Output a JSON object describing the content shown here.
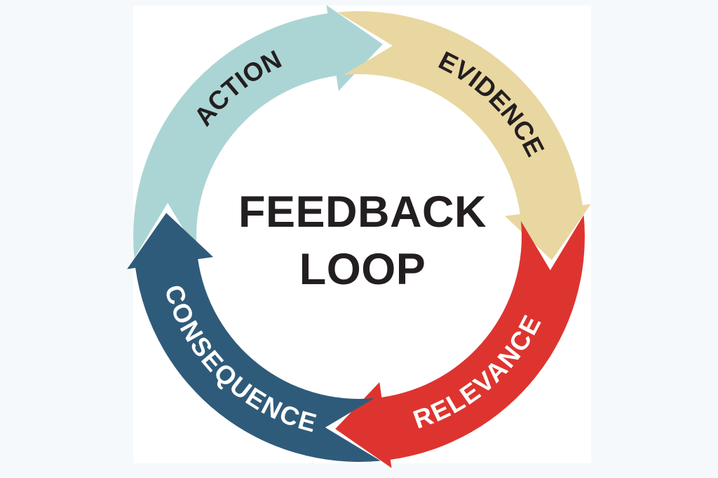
{
  "diagram": {
    "type": "cycle-diagram",
    "direction": "clockwise",
    "title": {
      "line1": "FEEDBACK",
      "line2": "LOOP",
      "color": "#231f20"
    },
    "colors": {
      "page_background": "#f5f9fc",
      "canvas_background": "#ffffff"
    },
    "segments": [
      {
        "label": "ACTION",
        "color": "#abd5d4",
        "text_color": "#231f20"
      },
      {
        "label": "EVIDENCE",
        "color": "#e9d7a1",
        "text_color": "#231f20"
      },
      {
        "label": "RELEVANCE",
        "color": "#de342f",
        "text_color": "#ffffff"
      },
      {
        "label": "CONSEQUENCE",
        "color": "#2f5b7a",
        "text_color": "#ffffff"
      }
    ]
  }
}
